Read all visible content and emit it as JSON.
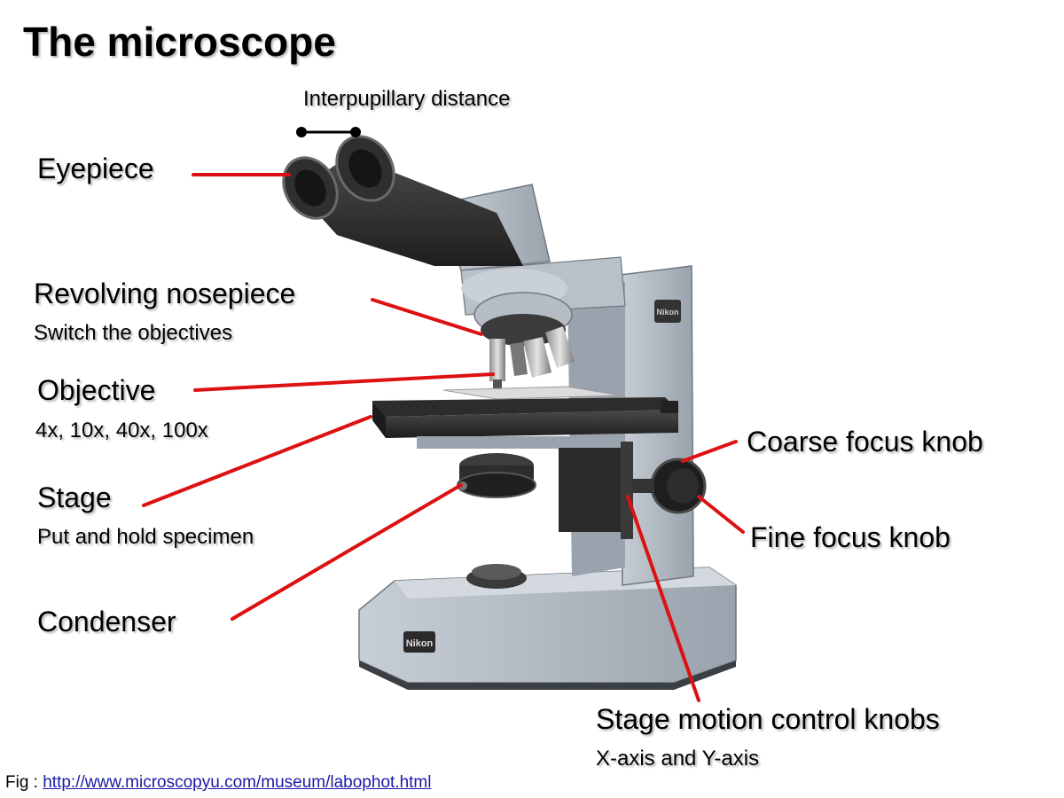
{
  "title": "The microscope",
  "labels": {
    "interpupillary": "Interpupillary distance",
    "eyepiece": "Eyepiece",
    "nosepiece": "Revolving nosepiece",
    "nosepiece_desc": "Switch the objectives",
    "objective": "Objective",
    "objective_desc": "4x, 10x, 40x, 100x",
    "stage": "Stage",
    "stage_desc": "Put and hold specimen",
    "condenser": "Condenser",
    "coarse_focus": "Coarse focus knob",
    "fine_focus": "Fine focus knob",
    "stage_motion": "Stage motion control knobs",
    "stage_motion_desc": "X-axis and Y-axis"
  },
  "brand_text": "Nikon",
  "figure_caption": {
    "prefix": "Fig :",
    "url_text": "http://www.microscopyu.com/museum/labophot.html"
  },
  "colors": {
    "leader_line": "#dd1111",
    "body_gray": "#a9b2bb",
    "dark_part": "#2b2b2b",
    "link": "#1a1aa6"
  }
}
